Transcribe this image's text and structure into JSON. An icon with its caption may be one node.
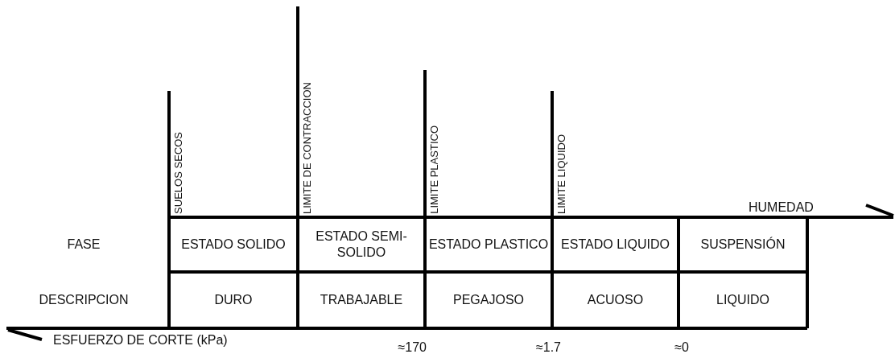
{
  "diagram": {
    "labels": [
      "SUELOS SECOS",
      "LIMITE DE CONTRACCION",
      "LIMITE PLASTICO",
      "LIMITE LIQUIDO",
      "HUMEDAD",
      "FASE",
      "ESTADO SOLIDO",
      "ESTADO SEMI-SOLIDO",
      "ESTADO PLASTICO",
      "ESTADO LIQUIDO",
      "SUSPENSIÓN",
      "DESCRIPCION",
      "DURO",
      "TRABAJABLE",
      "PEGAJOSO",
      "ACUOSO",
      "LIQUIDO",
      "ESFUERZO DE CORTE (kPa)",
      "≈170",
      "≈1.7",
      "≈0"
    ]
  }
}
